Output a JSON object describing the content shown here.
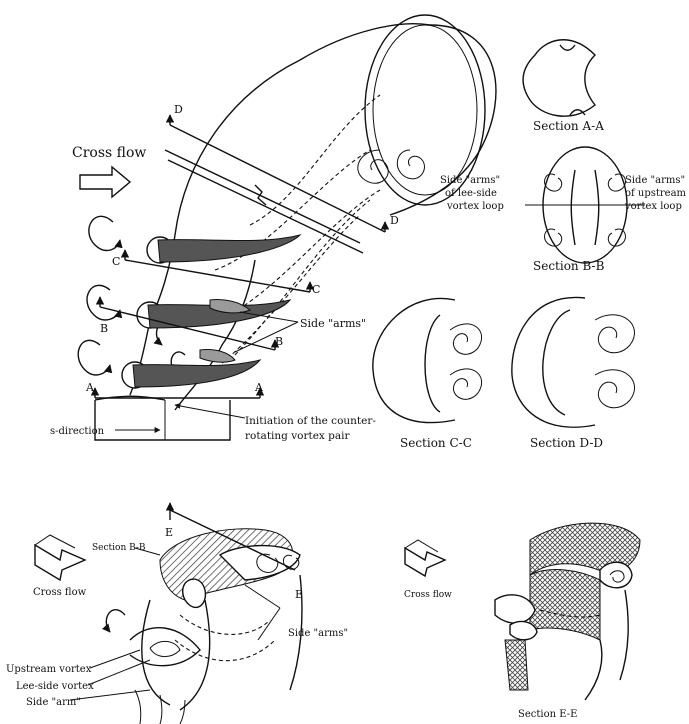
{
  "labels": {
    "cross_flow_top": "Cross flow",
    "sec_a": "Section A-A",
    "sec_b": "Section B-B",
    "sec_c": "Section C-C",
    "sec_d": "Section D-D",
    "sec_e_e": "Section E-E",
    "sec_b_b_small": "Section B-B",
    "lee_1": "Side \"arms\"",
    "lee_2": "of lee-side",
    "lee_3": "vortex loop",
    "up_1": "Side \"arms\"",
    "up_2": "of upstream",
    "up_3": "vortex loop",
    "side_arms_mid": "Side \"arms\"",
    "s_direction": "s-direction",
    "init_1": "Initiation of the counter-",
    "init_2": "rotating vortex pair",
    "letter_a_left": "A",
    "letter_a_right": "A",
    "letter_b_left": "B",
    "letter_b_right": "B",
    "letter_c_left": "C",
    "letter_c_right": "C",
    "letter_d_top": "D",
    "letter_d_right": "D",
    "letter_e_top": "E",
    "letter_e_right": "E",
    "cross_flow_bl": "Cross flow",
    "side_arms_bl": "Side \"arms\"",
    "upstream_vortex": "Upstream vortex",
    "lee_side_vortex": "Lee-side vortex",
    "side_arm": "Side \"arm\"",
    "cross_flow_br": "Cross flow"
  },
  "colors": {
    "ink": "#111111",
    "shade": "#555555",
    "light_shade": "#9a9a9a"
  }
}
